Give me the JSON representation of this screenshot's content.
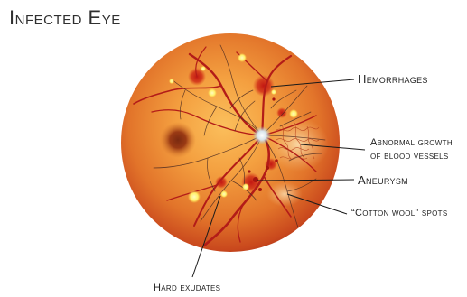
{
  "title": "Infected Eye",
  "labels": {
    "hemorrhages": "Hemorrhages",
    "abnormal_growth_line1": "Abnormal growth",
    "abnormal_growth_line2": "of blood vessels",
    "aneurysm": "Aneurysm",
    "cotton_wool": "“Cotton wool” spots",
    "hard_exudates": "Hard exudates"
  },
  "colors": {
    "retina_center": "#f6a945",
    "retina_mid": "#e4752a",
    "retina_edge": "#b8381a",
    "vessel": "#b31c18",
    "optic_disc": "#d3e0e8",
    "exudate": "#fff36a",
    "leader_line": "#1a1a1a"
  }
}
